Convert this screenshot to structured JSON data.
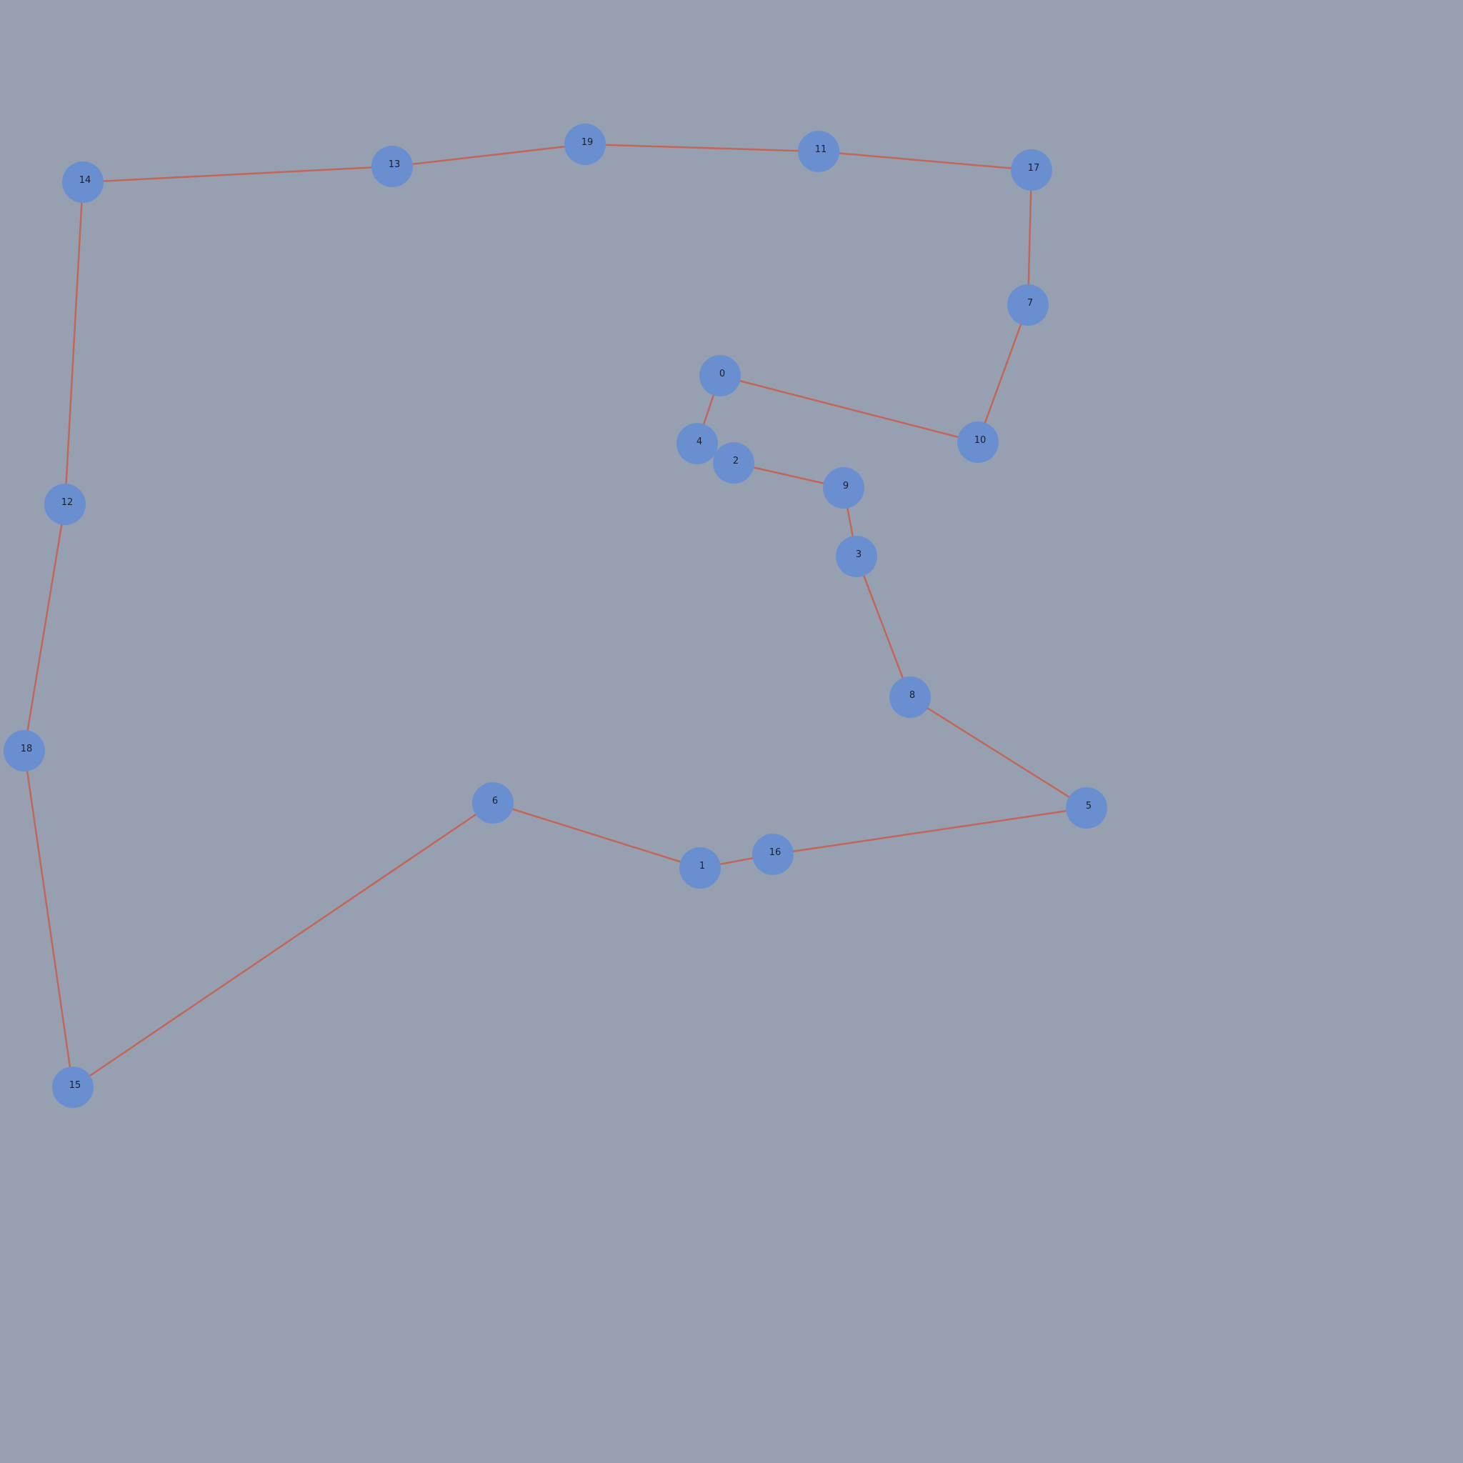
{
  "colors": {
    "background": "#97a0b0",
    "node_fill": "#6a8fd0",
    "edge": "#c0675a",
    "label": "#1a1f2e"
  },
  "nodes": [
    {
      "id": "0",
      "label": "0"
    },
    {
      "id": "1",
      "label": "1"
    },
    {
      "id": "2",
      "label": "2"
    },
    {
      "id": "3",
      "label": "3"
    },
    {
      "id": "4",
      "label": "4"
    },
    {
      "id": "5",
      "label": "5"
    },
    {
      "id": "6",
      "label": "6"
    },
    {
      "id": "7",
      "label": "7"
    },
    {
      "id": "8",
      "label": "8"
    },
    {
      "id": "9",
      "label": "9"
    },
    {
      "id": "10",
      "label": "10"
    },
    {
      "id": "11",
      "label": "11"
    },
    {
      "id": "12",
      "label": "12"
    },
    {
      "id": "13",
      "label": "13"
    },
    {
      "id": "14",
      "label": "14"
    },
    {
      "id": "15",
      "label": "15"
    },
    {
      "id": "16",
      "label": "16"
    },
    {
      "id": "17",
      "label": "17"
    },
    {
      "id": "18",
      "label": "18"
    },
    {
      "id": "19",
      "label": "19"
    }
  ],
  "edges": [
    [
      "14",
      "13"
    ],
    [
      "13",
      "19"
    ],
    [
      "19",
      "11"
    ],
    [
      "11",
      "17"
    ],
    [
      "17",
      "7"
    ],
    [
      "7",
      "10"
    ],
    [
      "10",
      "0"
    ],
    [
      "0",
      "4"
    ],
    [
      "2",
      "9"
    ],
    [
      "9",
      "3"
    ],
    [
      "3",
      "8"
    ],
    [
      "8",
      "5"
    ],
    [
      "5",
      "16"
    ],
    [
      "16",
      "1"
    ],
    [
      "1",
      "6"
    ],
    [
      "6",
      "15"
    ],
    [
      "15",
      "18"
    ],
    [
      "18",
      "12"
    ],
    [
      "12",
      "14"
    ]
  ]
}
